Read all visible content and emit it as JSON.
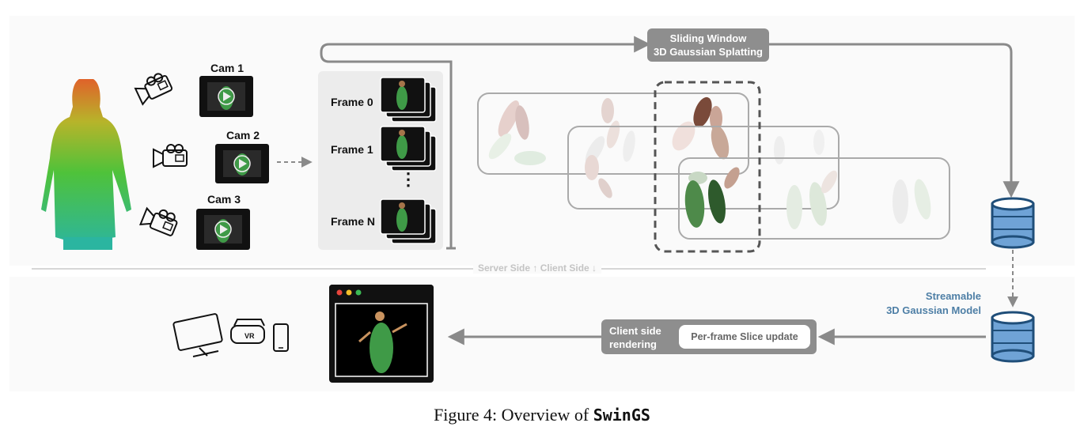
{
  "cameras": [
    {
      "label": "Cam 1"
    },
    {
      "label": "Cam 2"
    },
    {
      "label": "Cam 3"
    }
  ],
  "frames": [
    {
      "label": "Frame 0"
    },
    {
      "label": "Frame 1"
    },
    {
      "label": "Frame N"
    }
  ],
  "frames_ellipsis": "⋮",
  "sliding_window": {
    "line1": "Sliding Window",
    "line2": "3D Gaussian Splatting"
  },
  "divider": {
    "text": "Server Side ↑ Client Side ↓"
  },
  "streamable": {
    "line1": "Streamable",
    "line2": "3D Gaussian Model"
  },
  "client_render": {
    "line1": "Client side",
    "line2": "rendering",
    "slice_label": "Per-frame Slice update"
  },
  "devices": [
    "monitor-icon",
    "vr-headset-icon",
    "phone-icon"
  ],
  "vr_text": "VR",
  "caption": {
    "prefix": "Figure 4: Overview of ",
    "name": "SwinGS"
  },
  "colors": {
    "arrow": "#8a8a8a",
    "pill": "#8e8e8e",
    "stream_text": "#4e7fa6",
    "db_fill": "#6fa3d6",
    "db_stroke": "#1f4e79"
  }
}
